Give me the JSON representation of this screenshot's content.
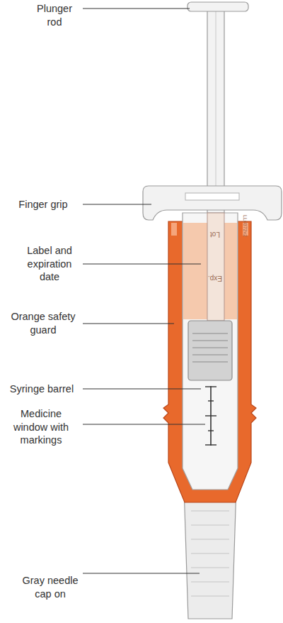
{
  "diagram": {
    "labels": [
      "Plunger rod",
      "Finger grip",
      "Label and expiration date",
      "Orange safety guard",
      "Syringe barrel",
      "Medicine window with markings",
      "Gray needle cap on",
      "Lot",
      "Exp.",
      "LL0372v2"
    ]
  }
}
